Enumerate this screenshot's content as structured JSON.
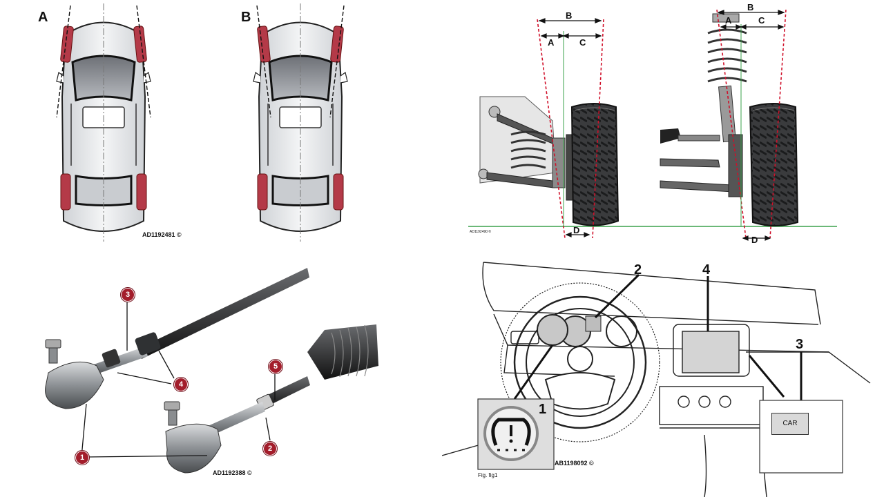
{
  "cars": {
    "label_a": "A",
    "label_b": "B",
    "code": "AD1192481 ©"
  },
  "wheels": {
    "left": {
      "B": "B",
      "A": "A",
      "C": "C",
      "D": "D"
    },
    "right": {
      "B": "B",
      "A": "A",
      "C": "C",
      "D": "D"
    },
    "code": "AD1192490 ©"
  },
  "tierods": {
    "callouts": [
      "1",
      "2",
      "3",
      "4",
      "5"
    ],
    "code": "AD1192388 ©"
  },
  "dashboard": {
    "callouts": [
      "1",
      "2",
      "3",
      "4"
    ],
    "car_button": "CAR",
    "code": "AB1198092 ©",
    "fig": "Fig. fig1"
  },
  "colors": {
    "accent_red": "#a31d2b",
    "dim_red": "#d0102a",
    "ground_green": "#3aa14a"
  }
}
